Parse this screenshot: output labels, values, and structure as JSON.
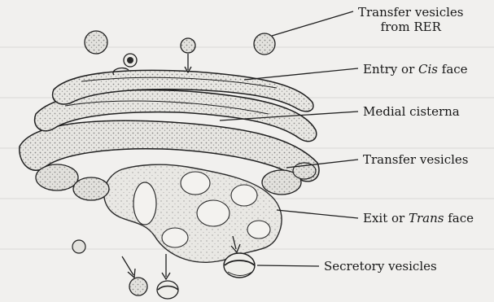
{
  "labels": {
    "transfer_rer_line1": "Transfer vesicles",
    "transfer_rer_line2": "from RER",
    "entry_prefix": "Entry or ",
    "entry_italic": "Cis",
    "entry_suffix": " face",
    "medial": "Medial cisterna",
    "transfer": "Transfer vesicles",
    "exit_prefix": "Exit or ",
    "exit_italic": "Trans",
    "exit_suffix": " face",
    "secretory": "Secretory vesicles"
  }
}
